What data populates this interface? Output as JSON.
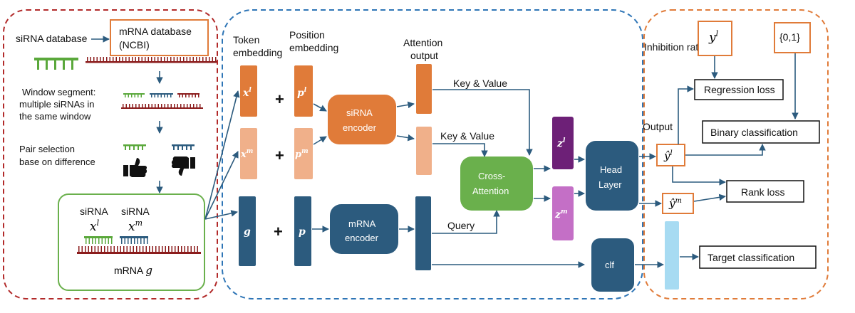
{
  "left_panel": {
    "sirna_database": "siRNA database",
    "mrna_database_line1": "mRNA database",
    "mrna_database_line2": "(NCBI)",
    "window_segment_line1": "Window segment:",
    "window_segment_line2": "multiple siRNAs in",
    "window_segment_line3": "the same window",
    "pair_selection_line1": "Pair selection",
    "pair_selection_line2": "base on difference",
    "sirna_label_1": "siRNA",
    "sirna_label_2": "siRNA",
    "var_xl": "x",
    "var_xl_sup": "l",
    "var_xm": "x",
    "var_xm_sup": "m",
    "mrna_label": "mRNA",
    "mrna_var": "g"
  },
  "middle_panel": {
    "token_embedding_line1": "Token",
    "token_embedding_line2": "embedding",
    "position_embedding_line1": "Position",
    "position_embedding_line2": "embedding",
    "attention_output_line1": "Attention",
    "attention_output_line2": "output",
    "tok_xl": "x",
    "tok_xl_sup": "l",
    "tok_xm": "x",
    "tok_xm_sup": "m",
    "tok_g": "g",
    "pos_pl": "p",
    "pos_pl_sup": "l",
    "pos_pm": "p",
    "pos_pm_sup": "m",
    "pos_p": "p",
    "plus": "+",
    "sirna_encoder_line1": "siRNA",
    "sirna_encoder_line2": "encoder",
    "mrna_encoder_line1": "mRNA",
    "mrna_encoder_line2": "encoder",
    "key_value_1": "Key & Value",
    "key_value_2": "Key & Value",
    "query": "Query",
    "cross_attention_line1": "Cross-",
    "cross_attention_line2": "Attention",
    "z_l": "z",
    "z_l_sup": "l",
    "z_m": "z",
    "z_m_sup": "m",
    "head_layer_line1": "Head",
    "head_layer_line2": "Layer",
    "clf": "clf"
  },
  "right_panel": {
    "inhibition_rate": "Inhibition rate",
    "y_l": "y",
    "y_l_sup": "l",
    "zero_one": "{0,1}",
    "output": "Output",
    "yhat_l": "ŷ",
    "yhat_l_sup": "l",
    "yhat_m": "ŷ",
    "yhat_m_sup": "m",
    "regression_loss": "Regression loss",
    "binary_classification": "Binary classification",
    "rank_loss": "Rank loss",
    "target_classification": "Target classification"
  },
  "colors": {
    "panel_red": "#b22a2a",
    "panel_blue": "#2e75b6",
    "panel_orange": "#e07b39",
    "orange": "#e07b39",
    "light_orange": "#f0b08a",
    "navy": "#2c5b7e",
    "green": "#6ab04c",
    "purple": "#6d2077",
    "pink": "#c46fc6",
    "light_blue": "#a7dbf2",
    "arrow": "#2c5b7e",
    "sirna_green": "#5aa83b",
    "sirna_blue": "#2c5b7e",
    "mrna_red": "#8b1c1c"
  }
}
